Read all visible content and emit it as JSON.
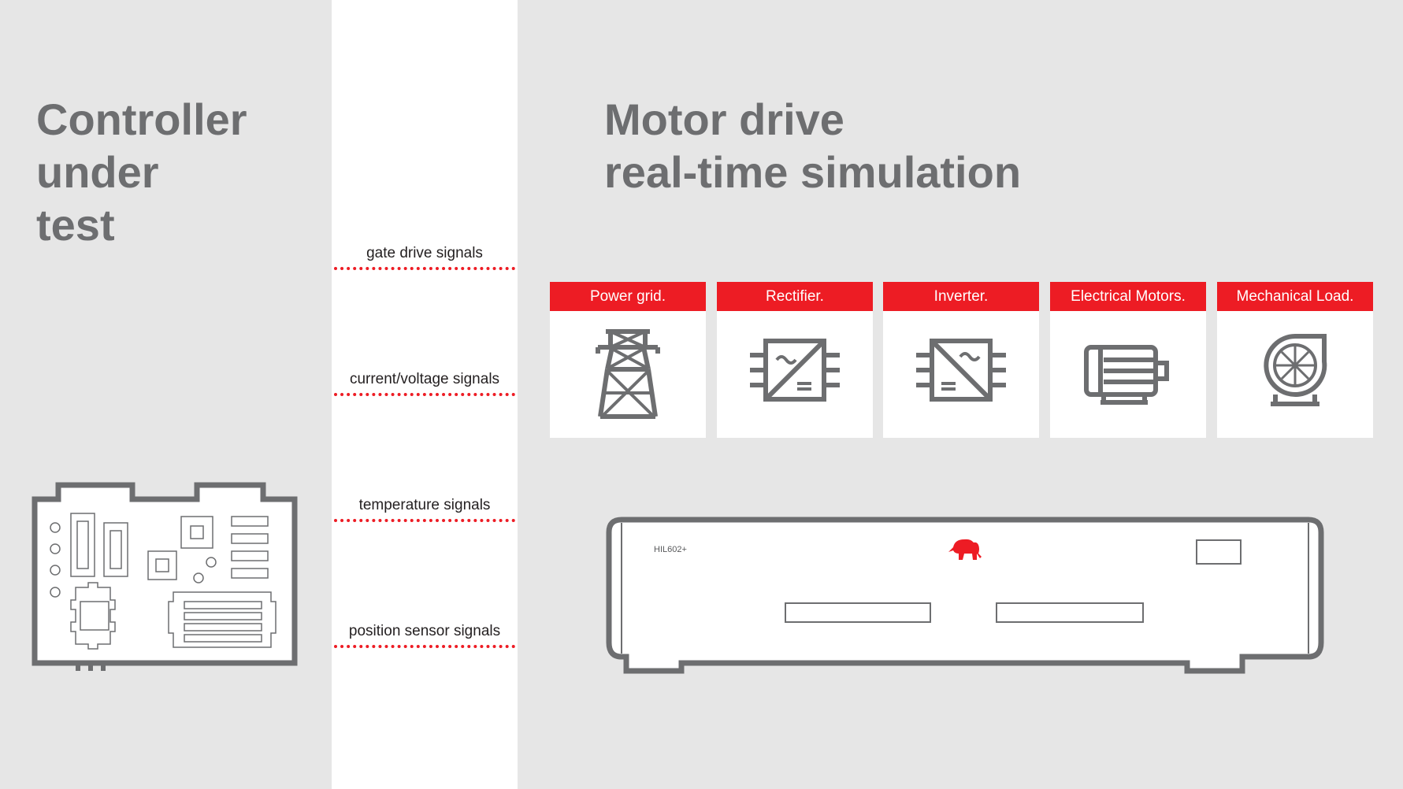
{
  "controller": {
    "title": "Controller\nunder\ntest"
  },
  "simulation": {
    "title": "Motor drive\nreal-time simulation"
  },
  "signals": [
    {
      "label": "gate drive signals"
    },
    {
      "label": "current/voltage signals"
    },
    {
      "label": "temperature signals"
    },
    {
      "label": "position sensor signals"
    }
  ],
  "components": [
    {
      "label": "Power grid.",
      "icon": "transmission-tower-icon"
    },
    {
      "label": "Rectifier.",
      "icon": "rectifier-icon"
    },
    {
      "label": "Inverter.",
      "icon": "inverter-icon"
    },
    {
      "label": "Electrical Motors.",
      "icon": "motor-icon"
    },
    {
      "label": "Mechanical Load.",
      "icon": "fan-load-icon"
    }
  ],
  "device": {
    "model": "HIL602+",
    "logo": "elephant-logo-icon"
  },
  "colors": {
    "accent": "#ed1c24",
    "text": "#6d6e70",
    "icon": "#6d6e70",
    "background": "#e6e6e6",
    "white": "#ffffff"
  }
}
